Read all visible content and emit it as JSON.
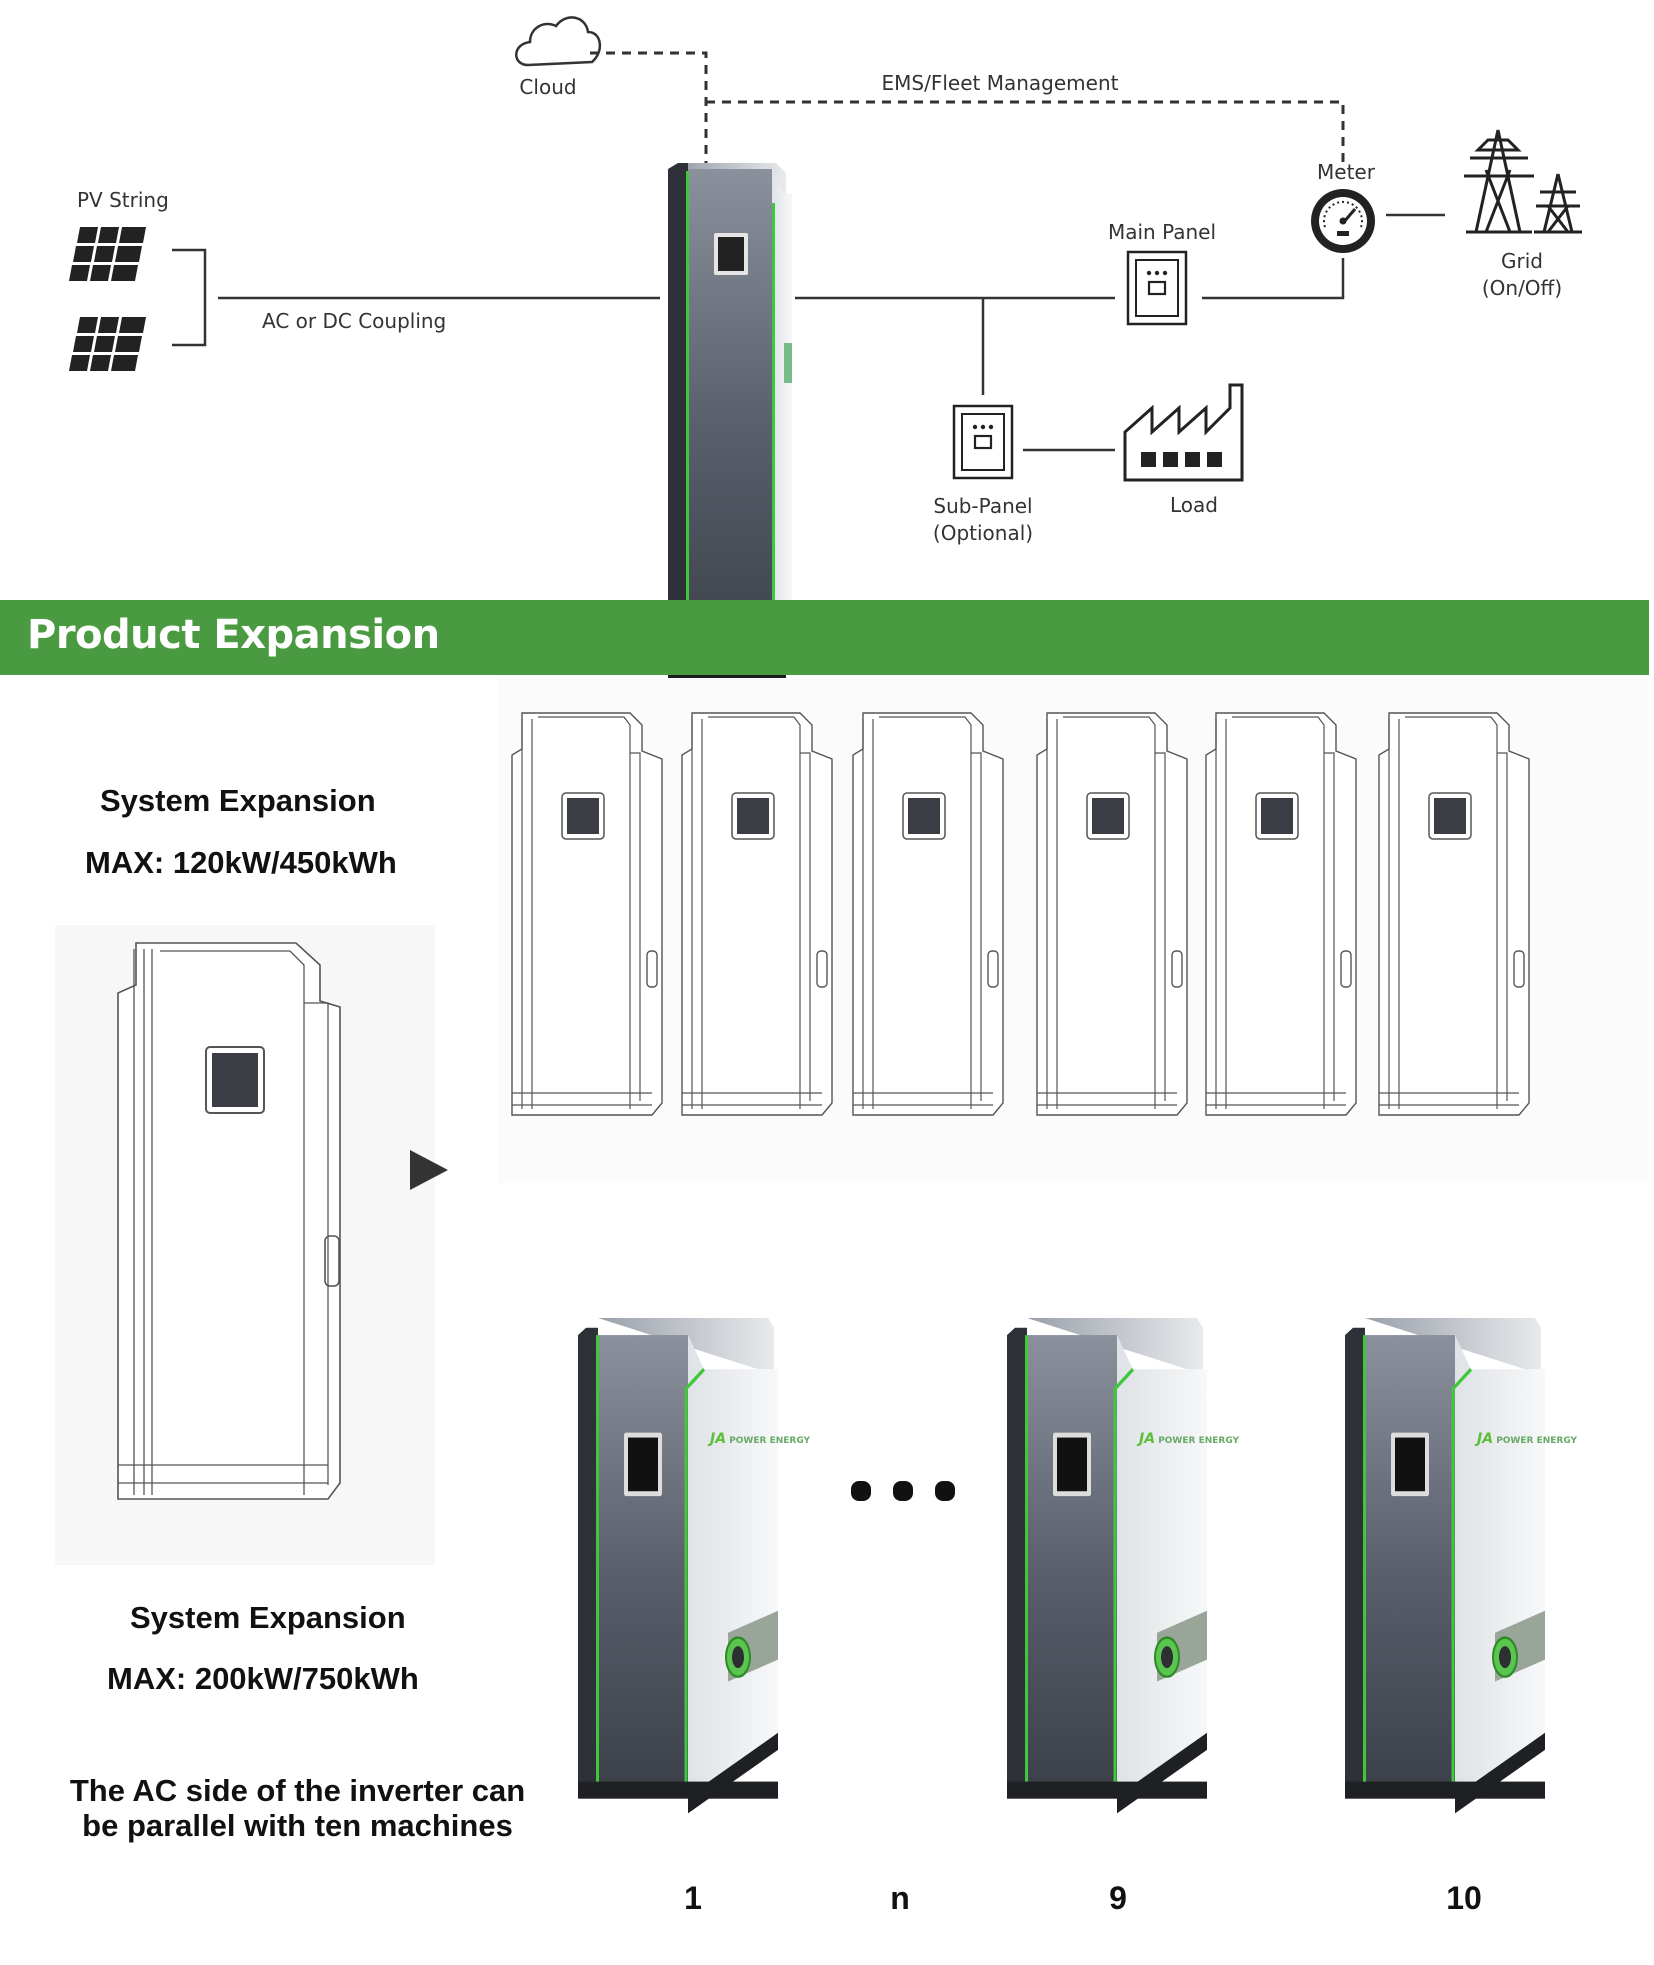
{
  "diagram": {
    "cloud": "Cloud",
    "ems": "EMS/Fleet Management",
    "pv_string": "PV String",
    "coupling": "AC or DC Coupling",
    "main_panel": "Main Panel",
    "meter": "Meter",
    "grid_line1": "Grid",
    "grid_line2": "(On/Off)",
    "sub_panel_line1": "Sub-Panel",
    "sub_panel_line2": "(Optional)",
    "load": "Load"
  },
  "banner": {
    "title": "Product Expansion"
  },
  "expansion": {
    "block1_title": "System Expansion",
    "block1_max": "MAX:  120kW/450kWh",
    "block2_title": "System Expansion",
    "block2_max": "MAX: 200kW/750kWh",
    "note_line1": "The AC side of the inverter can",
    "note_line2": "be parallel with ten machines",
    "brand_text": "POWER ENERGY",
    "brand_mark": "JA",
    "machine_numbers": [
      "1",
      "n",
      "9",
      "10"
    ]
  },
  "colors": {
    "accent_green": "#4a9a42",
    "led_green": "#3ec83a",
    "cabinet_dark": "#4a505c",
    "line": "#333333"
  }
}
